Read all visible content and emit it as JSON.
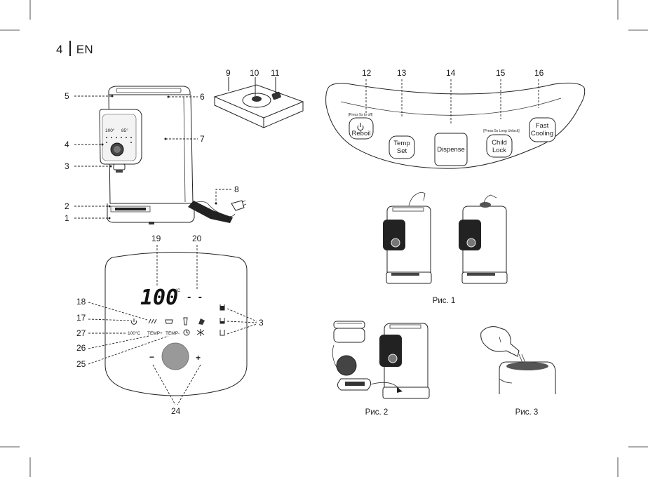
{
  "header": {
    "page_number": "4",
    "language": "EN"
  },
  "callouts": {
    "n1": "1",
    "n2": "2",
    "n3": "3",
    "n4": "4",
    "n5": "5",
    "n6": "6",
    "n7": "7",
    "n8": "8",
    "n9": "9",
    "n10": "10",
    "n11": "11",
    "n12": "12",
    "n13": "13",
    "n14": "14",
    "n15": "15",
    "n16": "16",
    "n17": "17",
    "n18": "18",
    "n19": "19",
    "n20": "20",
    "n24": "24",
    "n25": "25",
    "n26": "26",
    "n27": "27",
    "n3r": "3"
  },
  "control_panel": {
    "reboil_hint": "[Press 5s to off]",
    "reboil_label": "Reboil",
    "temp_set_line1": "Temp",
    "temp_set_line2": "Set",
    "dispense_label": "Dispense",
    "child_lock_hint": "[Press 5s Long Unlock]",
    "child_lock_line1": "Child",
    "child_lock_line2": "Lock",
    "fast_cooling_line1": "Fast",
    "fast_cooling_line2": "Cooling"
  },
  "display_panel": {
    "temperature_digits": "100",
    "temperature_unit": "°C",
    "secondary_digits": "- -",
    "label_100c": "100°C",
    "label_temp_plus": "TEMP+",
    "label_temp_minus": "TEMP-",
    "minus_sign": "−",
    "plus_sign": "+"
  },
  "device_display": {
    "readout": "100°",
    "readout_small": "85°"
  },
  "figures": {
    "fig1": "Рис. 1",
    "fig2": "Рис. 2",
    "fig3": "Рис. 3"
  }
}
